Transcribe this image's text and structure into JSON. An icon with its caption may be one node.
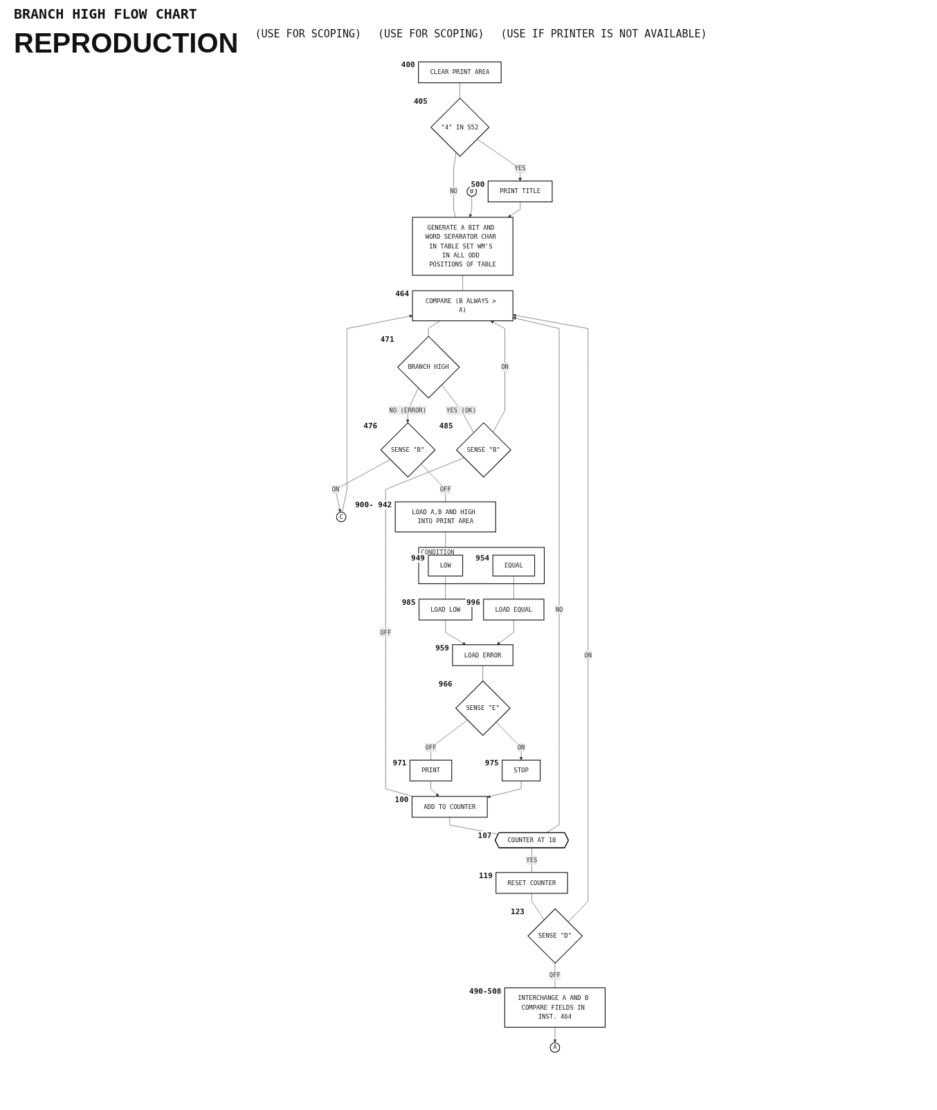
{
  "diagram": {
    "title": "BRANCH HIGH FLOW CHART",
    "nodes": [
      {
        "text": [
          "CLEAR PRINT AREA"
        ],
        "beside": [
          "400"
        ]
      },
      {
        "text": [
          "\"4\" IN S52"
        ],
        "beside": [
          "405"
        ]
      },
      {
        "text": [
          "B"
        ]
      },
      {
        "text": [
          "PRINT TITLE"
        ],
        "beside": [
          "500"
        ]
      },
      {
        "text": [
          "GENERATE A BIT AND WORD SEPARATOR CHAR IN TABLE SET WM'S IN ALL ODD POSITIONS OF TABLE"
        ]
      },
      {
        "text": [
          "C"
        ]
      },
      {
        "text": [
          "COMPARE (B ALWAYS > A)"
        ],
        "beside": [
          "464"
        ]
      },
      {
        "text": [
          "BRANCH HIGH"
        ],
        "beside": [
          "471"
        ]
      },
      {
        "text": [
          "SENSE \"B\""
        ],
        "beside": [
          "485"
        ]
      },
      {
        "text": [
          "SENSE \"B\""
        ],
        "beside": [
          "476"
        ]
      },
      {
        "text": [
          "ADD TO COUNTER"
        ],
        "beside": [
          "100"
        ]
      },
      {
        "text": [
          "COUNTER AT 10"
        ],
        "beside": [
          "107"
        ]
      },
      {
        "text": [
          "LOAD A,B AND HIGH INTO PRINT AREA"
        ],
        "beside": [
          "900- 942"
        ]
      },
      {
        "text": [
          "CONDITION"
        ]
      },
      {
        "text": [
          "LOW"
        ],
        "in": 13,
        "beside": [
          "949"
        ]
      },
      {
        "text": [
          "EQUAL"
        ],
        "in": 13,
        "beside": [
          "954"
        ]
      },
      {
        "text": [
          "RESET COUNTER"
        ],
        "beside": [
          "119"
        ]
      },
      {
        "text": [
          "LOAD LOW"
        ],
        "beside": [
          "985"
        ]
      },
      {
        "text": [
          "LOAD EQUAL"
        ],
        "beside": [
          "996"
        ]
      },
      {
        "text": [
          "SENSE \"D\""
        ],
        "beside": [
          "123"
        ]
      },
      {
        "text": [
          "LOAD ERROR"
        ],
        "beside": [
          "959"
        ]
      },
      {
        "text": [
          "INTERCHANGE A AND B COMPARE FIELDS IN INST. 464"
        ],
        "beside": [
          "490-508"
        ]
      },
      {
        "text": [
          "SENSE \"E\""
        ],
        "beside": [
          "966"
        ]
      },
      {
        "text": [
          "PRINT"
        ],
        "beside": [
          "971"
        ]
      },
      {
        "text": [
          "STOP"
        ],
        "beside": [
          "975"
        ]
      },
      {
        "text": [
          "A"
        ]
      }
    ],
    "edges": [
      {
        "from": 0,
        "to": 1,
        "arrow": "none"
      },
      {
        "from": 1,
        "to": 3,
        "label": "YES",
        "arrow": "to"
      },
      {
        "from": 1,
        "to": 4,
        "label": "NO",
        "arrow": "none"
      },
      {
        "from": 2,
        "to": 4,
        "arrow": "to"
      },
      {
        "from": 3,
        "to": 4,
        "arrow": "to"
      },
      {
        "from": 4,
        "to": 6,
        "arrow": "none"
      },
      {
        "from": 5,
        "to": 6,
        "arrow": "to"
      },
      {
        "from": 6,
        "to": 7,
        "arrow": "none"
      },
      {
        "from": 7,
        "to": 9,
        "label": "NO (ERROR)",
        "arrow": "to"
      },
      {
        "from": 7,
        "to": 8,
        "label": "YES (OK)",
        "arrow": "none"
      },
      {
        "from": 9,
        "to": 5,
        "label": "ON",
        "arrow": "to"
      },
      {
        "from": 8,
        "to": 6,
        "label": "ON",
        "arrow": "to"
      },
      {
        "from": 8,
        "to": 10,
        "label": "OFF",
        "arrow": "none"
      },
      {
        "from": 9,
        "to": 12,
        "label": "OFF",
        "arrow": "none"
      },
      {
        "from": 10,
        "to": 11,
        "arrow": "none"
      },
      {
        "from": 11,
        "to": 6,
        "label": "NO",
        "arrow": "to"
      },
      {
        "from": 11,
        "to": 16,
        "label": "YES",
        "arrow": "none"
      },
      {
        "from": 12,
        "to": 13,
        "arrow": "none"
      },
      {
        "from": 14,
        "to": 17,
        "arrow": "none"
      },
      {
        "from": 15,
        "to": 18,
        "arrow": "none"
      },
      {
        "from": 16,
        "to": 19,
        "arrow": "none"
      },
      {
        "from": 17,
        "to": 20,
        "arrow": "to"
      },
      {
        "from": 18,
        "to": 20,
        "arrow": "to"
      },
      {
        "from": 19,
        "to": 6,
        "label": "ON",
        "arrow": "to"
      },
      {
        "from": 19,
        "to": 21,
        "label": "OFF",
        "arrow": "none"
      },
      {
        "from": 20,
        "to": 22,
        "arrow": "none"
      },
      {
        "from": 21,
        "to": 25,
        "arrow": "to"
      },
      {
        "from": 22,
        "to": 24,
        "label": "ON",
        "arrow": "to"
      },
      {
        "from": 22,
        "to": 23,
        "label": "OFF",
        "arrow": "none"
      },
      {
        "from": 23,
        "to": 10,
        "arrow": "to"
      },
      {
        "from": 24,
        "to": 10,
        "arrow": "to"
      }
    ],
    "labels": [
      "REPRODUCTION",
      "(USE FOR SCOPING)",
      "(USE FOR SCOPING)",
      "(USE IF PRINTER IS NOT AVAILABLE)"
    ]
  }
}
